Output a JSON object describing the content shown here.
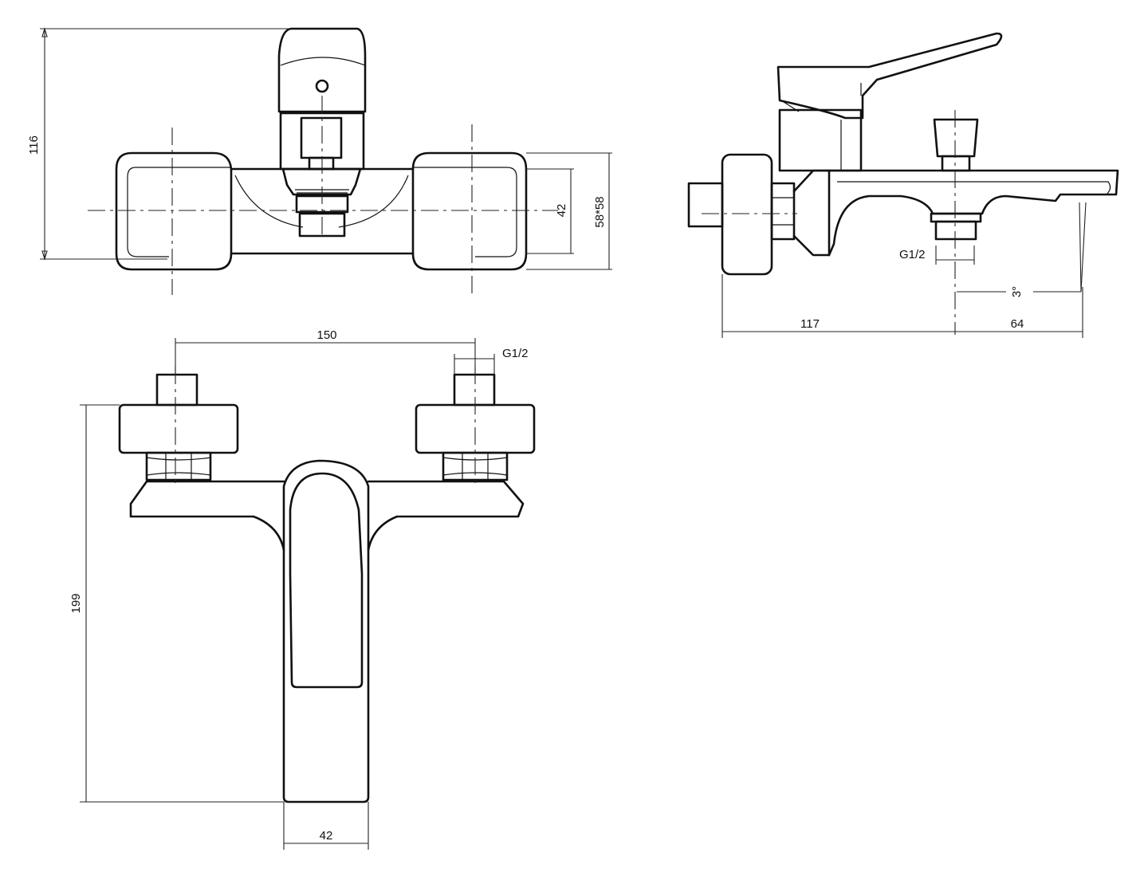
{
  "drawing": {
    "top_view": {
      "height_dim": "116",
      "body_depth_dim": "42",
      "flange_dim": "58*58"
    },
    "side_view": {
      "thread_label": "G1/2",
      "angle_label": "3°",
      "depth_dim": "117",
      "spout_dim": "64"
    },
    "front_view": {
      "spacing_dim": "150",
      "thread_label": "G1/2",
      "height_dim": "199",
      "width_dim": "42"
    }
  }
}
